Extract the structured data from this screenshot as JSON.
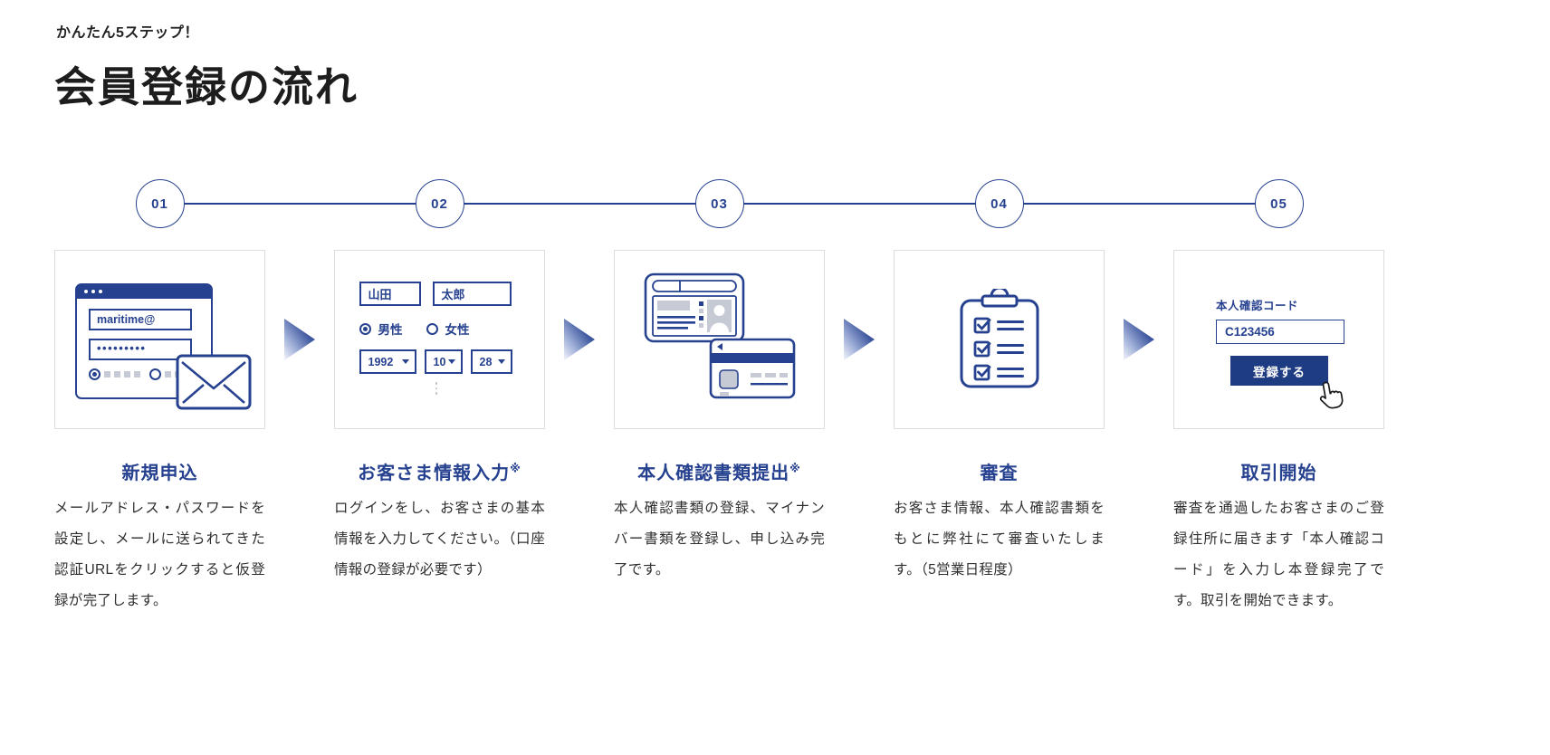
{
  "header": {
    "eyebrow": "かんたん5ステップ！",
    "title": "会員登録の流れ"
  },
  "colors": {
    "navy": "#26418f",
    "button_navy": "#1e3c82",
    "accent_gray": "#c5cad4",
    "card_border": "#dcdddf"
  },
  "steps": [
    {
      "number": "01",
      "title": "新規申込",
      "note": "",
      "description": "メールアドレス・パスワードを設定し、メールに送られてきた認証URLをクリックすると仮登録が完了します。",
      "illustration": {
        "email_value": "maritime@",
        "password_dots": "•••••••••"
      }
    },
    {
      "number": "02",
      "title": "お客さま情報入力",
      "note": "※",
      "description": "ログインをし、お客さまの基本情報を入力してください。（口座情報の登録が必要です）",
      "illustration": {
        "last_name": "山田",
        "first_name": "太郎",
        "gender_male": "男性",
        "gender_female": "女性",
        "year": "1992",
        "month": "10",
        "day": "28"
      }
    },
    {
      "number": "03",
      "title": "本人確認書類提出",
      "note": "※",
      "description": "本人確認書類の登録、マイナンバー書類を登録し、申し込み完了です。"
    },
    {
      "number": "04",
      "title": "審査",
      "note": "",
      "description": "お客さま情報、本人確認書類をもとに弊社にて審査いたします。（5営業日程度）"
    },
    {
      "number": "05",
      "title": "取引開始",
      "note": "",
      "description": "審査を通過したお客さまのご登録住所に届きます「本人確認コード」を入力し本登録完了です。取引を開始できます。",
      "illustration": {
        "code_label": "本人確認コード",
        "code_value": "C123456",
        "button_label": "登録する"
      }
    }
  ]
}
